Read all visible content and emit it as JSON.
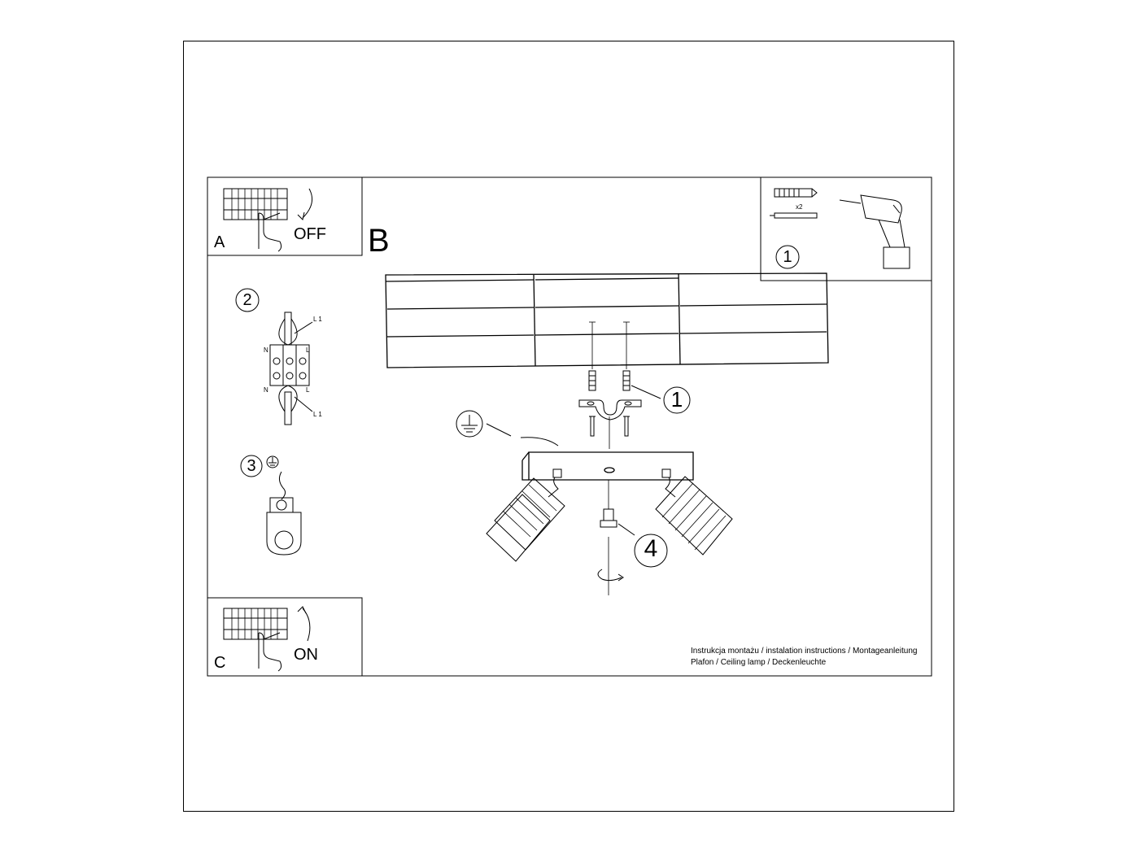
{
  "panels": {
    "a": {
      "letter": "A",
      "state": "OFF"
    },
    "b": {
      "letter": "B"
    },
    "c": {
      "letter": "C",
      "state": "ON"
    }
  },
  "steps": {
    "s1_tools": "1",
    "s1_callout": "1",
    "s2": "2",
    "s3": "3",
    "s4": "4"
  },
  "tools": {
    "dowel_count": "x2"
  },
  "wiring": {
    "l1_top": "L 1",
    "l1_bottom": "L 1",
    "n_left": "N",
    "l_right": "L",
    "n_bottom": "N",
    "l_bottom": "L"
  },
  "footer": {
    "line1": "Instrukcja montażu / instalation instructions / Montageanleitung",
    "line2": "Plafon / Ceiling lamp / Deckenleuchte"
  }
}
